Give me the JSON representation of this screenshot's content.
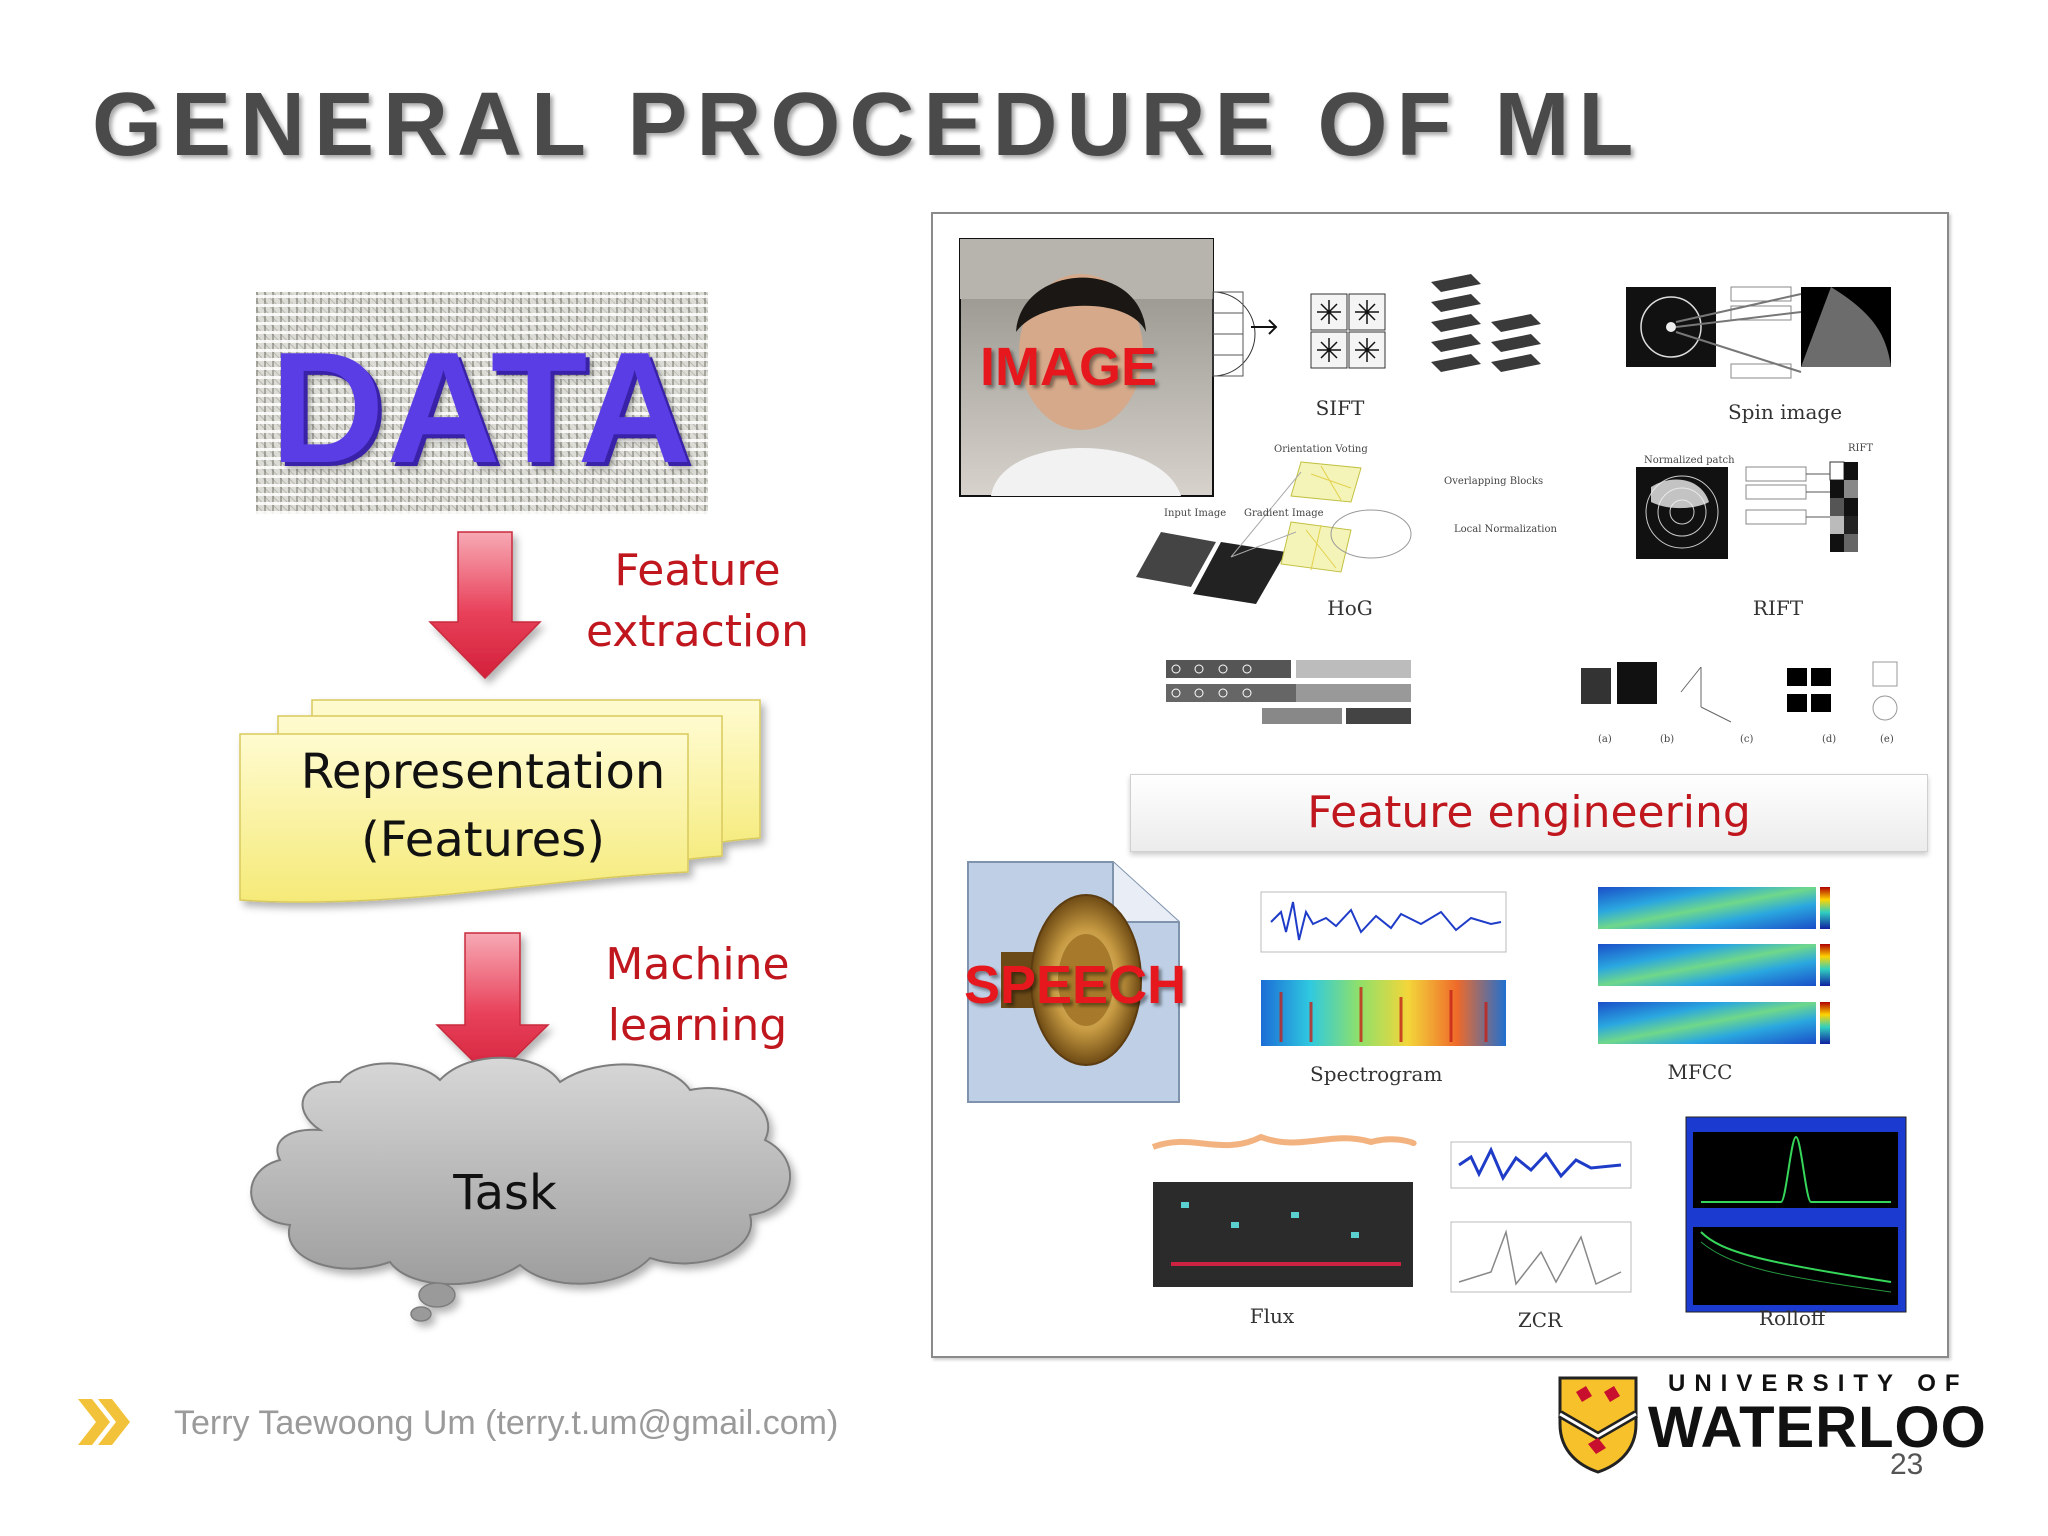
{
  "slide": {
    "title": "GENERAL PROCEDURE OF ML",
    "page_number": "23",
    "author": "Terry Taewoong Um (terry.t.um@gmail.com)",
    "accent_color": "#c0161e"
  },
  "pipeline": {
    "data_label": "DATA",
    "step1": [
      "Feature",
      "extraction"
    ],
    "representation": [
      "Representation",
      "(Features)"
    ],
    "step2": [
      "Machine",
      "learning"
    ],
    "task": "Task"
  },
  "panel": {
    "image_label": "IMAGE",
    "speech_label": "SPEECH",
    "banner": "Feature engineering",
    "captions": {
      "sift": "SIFT",
      "spin": "Spin image",
      "hog": "HoG",
      "rift": "RIFT",
      "spectrogram": "Spectrogram",
      "mfcc": "MFCC",
      "flux": "Flux",
      "zcr": "ZCR",
      "rolloff": "Rolloff"
    },
    "hog_labels": {
      "orientation": "Orientation Voting",
      "overlap": "Overlapping Blocks",
      "local": "Local Normalization",
      "input": "Input Image",
      "gradient": "Gradient Image"
    },
    "small_letters": [
      "(a)",
      "(b)",
      "(c)",
      "(d)",
      "(e)"
    ],
    "rift_title": "RIFT",
    "normalized_patch": "Normalized patch"
  },
  "logo": {
    "line1": "UNIVERSITY OF",
    "line2": "WATERLOO"
  }
}
